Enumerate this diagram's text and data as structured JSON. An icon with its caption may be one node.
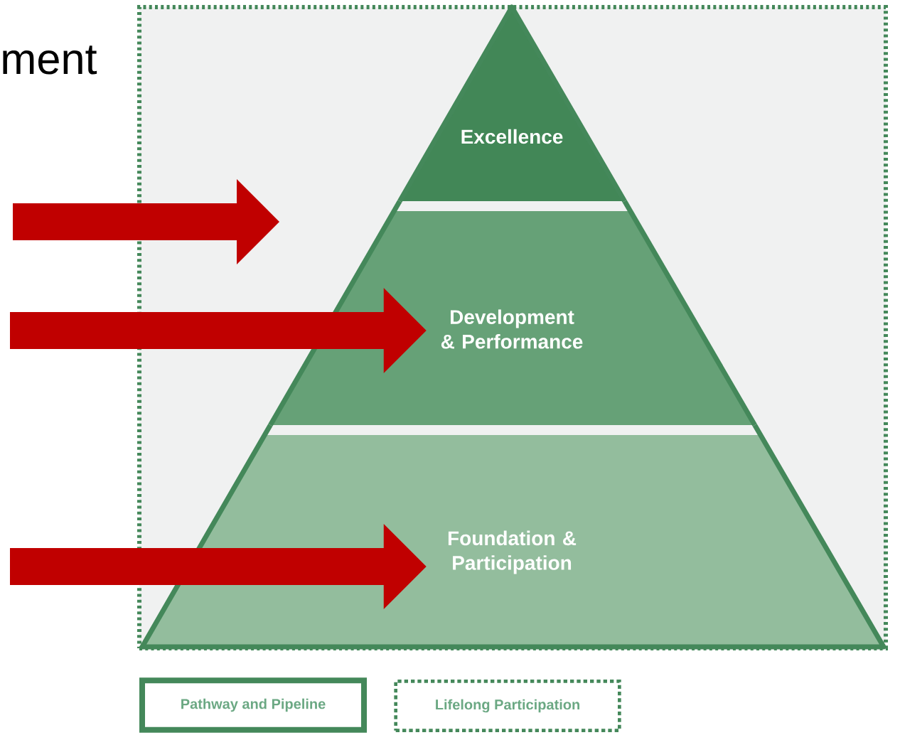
{
  "diagram": {
    "nodes": [
      {
        "text": [],
        "shape": "box"
      },
      {
        "text": [
          "Excellence"
        ],
        "in": 0
      },
      {
        "text": [
          "Development & Performance"
        ],
        "in": 0
      },
      {
        "text": [
          "Foundation & Participation"
        ],
        "in": 0
      }
    ],
    "edges": [
      {
        "from": null,
        "to": 2,
        "arrow": "to"
      },
      {
        "from": null,
        "to": 3,
        "arrow": "to"
      }
    ],
    "labels": [
      "ment"
    ],
    "legend": [
      {
        "text": "Pathway and Pipeline"
      },
      {
        "text": "Lifelong Participation"
      }
    ]
  }
}
